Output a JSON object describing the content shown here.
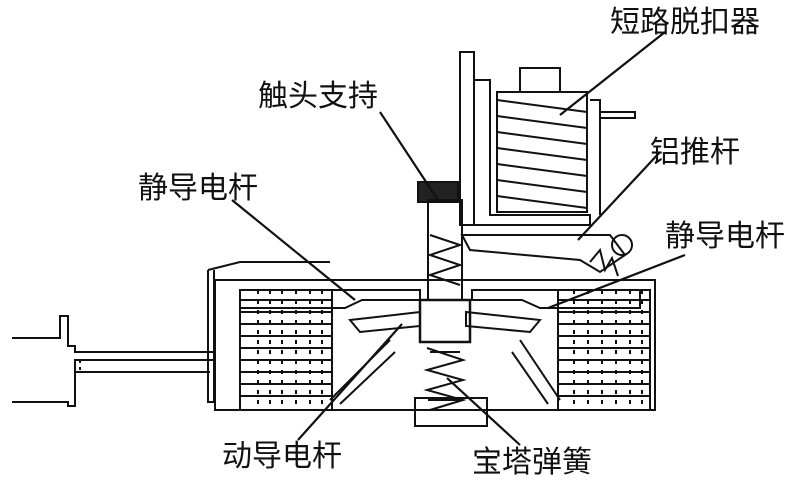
{
  "labels": {
    "short_circuit_release": "短路脱扣器",
    "contact_support": "触头支持",
    "aluminum_push_rod": "铝推杆",
    "static_conductor_left": "静导电杆",
    "static_conductor_right": "静导电杆",
    "moving_conductor": "动导电杆",
    "conical_spring": "宝塔弹簧"
  }
}
